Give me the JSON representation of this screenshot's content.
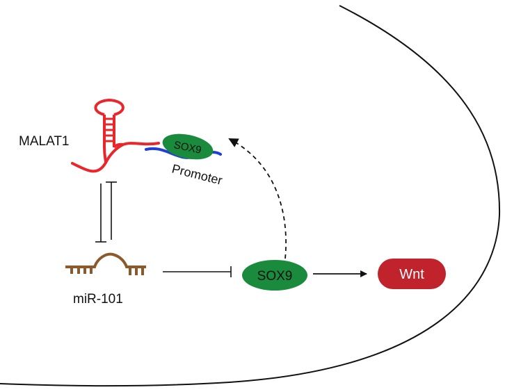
{
  "diagram": {
    "labels": {
      "malat1": "MALAT1",
      "sox9_on_promoter": "SOX9",
      "promoter": "Promoter",
      "mir101": "miR-101",
      "sox9": "SOX9",
      "wnt": "Wnt"
    },
    "colors": {
      "lncrna": "#e8262c",
      "promoter_dna": "#1f3fd6",
      "sox9_fill": "#1a8a3c",
      "wnt_fill": "#c0232b",
      "mirna": "#8b5a2b",
      "cell_membrane": "#111111",
      "text": "#111111"
    },
    "edges": [
      {
        "from": "MALAT1",
        "to": "miR-101",
        "type": "inhibition"
      },
      {
        "from": "miR-101",
        "to": "MALAT1",
        "type": "inhibition"
      },
      {
        "from": "miR-101",
        "to": "SOX9",
        "type": "inhibition"
      },
      {
        "from": "SOX9",
        "to": "Wnt",
        "type": "activation"
      },
      {
        "from": "SOX9",
        "to": "MALAT1 promoter",
        "type": "binding",
        "style": "dashed"
      }
    ]
  }
}
